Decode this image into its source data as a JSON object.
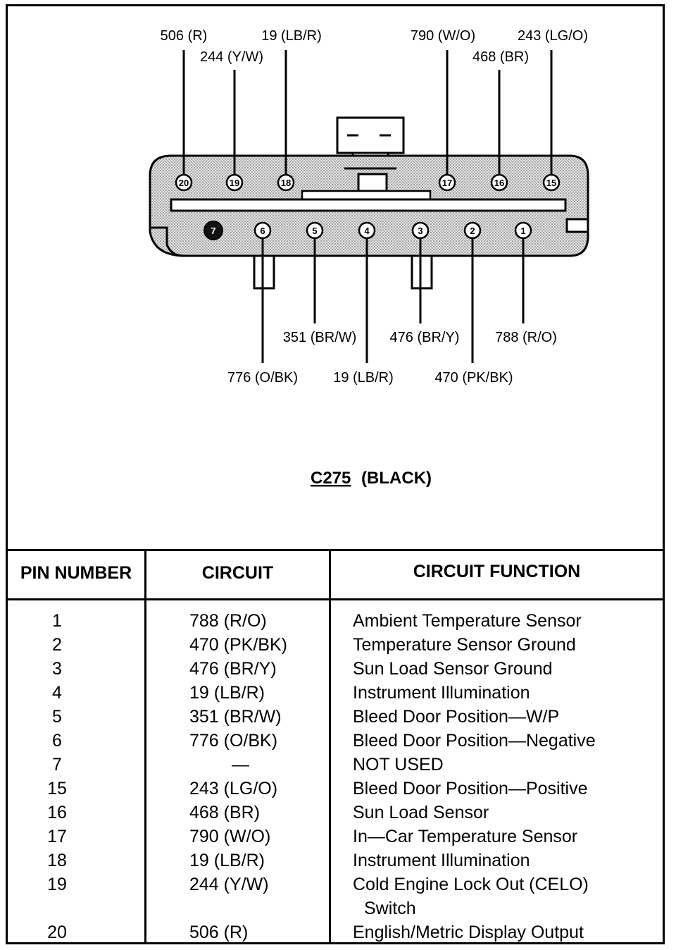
{
  "connector": {
    "id": "C275",
    "color_label": "(BLACK)",
    "top_row_labels": {
      "p20": "506 (R)",
      "p19": "244 (Y/W)",
      "p18": "19 (LB/R)",
      "p17": "790 (W/O)",
      "p16": "468 (BR)",
      "p15": "243 (LG/O)"
    },
    "bottom_row_labels": {
      "p6": "776 (O/BK)",
      "p5": "351 (BR/W)",
      "p4": "19 (LB/R)",
      "p3": "476 (BR/Y)",
      "p2": "470 (PK/BK)",
      "p1": "788 (R/O)"
    },
    "pin_numbers": {
      "p20": "20",
      "p19": "19",
      "p18": "18",
      "p17": "17",
      "p16": "16",
      "p15": "15",
      "p7": "7",
      "p6": "6",
      "p5": "5",
      "p4": "4",
      "p3": "3",
      "p2": "2",
      "p1": "1"
    }
  },
  "table": {
    "headers": {
      "pin": "PIN NUMBER",
      "circuit": "CIRCUIT",
      "function": "CIRCUIT FUNCTION"
    },
    "rows": [
      {
        "pin": "1",
        "circuit": "788 (R/O)",
        "function": "Ambient Temperature Sensor",
        "function2": ""
      },
      {
        "pin": "2",
        "circuit": "470 (PK/BK)",
        "function": "Temperature Sensor Ground",
        "function2": ""
      },
      {
        "pin": "3",
        "circuit": "476 (BR/Y)",
        "function": "Sun Load Sensor Ground",
        "function2": ""
      },
      {
        "pin": "4",
        "circuit": "19 (LB/R)",
        "function": "Instrument Illumination",
        "function2": ""
      },
      {
        "pin": "5",
        "circuit": "351 (BR/W)",
        "function": "Bleed Door Position—W/P",
        "function2": ""
      },
      {
        "pin": "6",
        "circuit": "776 (O/BK)",
        "function": "Bleed Door Position—Negative",
        "function2": ""
      },
      {
        "pin": "7",
        "circuit": "—",
        "function": "NOT USED",
        "function2": ""
      },
      {
        "pin": "15",
        "circuit": "243 (LG/O)",
        "function": "Bleed Door Position—Positive",
        "function2": ""
      },
      {
        "pin": "16",
        "circuit": "468 (BR)",
        "function": "Sun Load Sensor",
        "function2": ""
      },
      {
        "pin": "17",
        "circuit": "790 (W/O)",
        "function": "In—Car Temperature Sensor",
        "function2": ""
      },
      {
        "pin": "18",
        "circuit": "19 (LB/R)",
        "function": "Instrument Illumination",
        "function2": ""
      },
      {
        "pin": "19",
        "circuit": "244 (Y/W)",
        "function": "Cold Engine Lock Out (CELO)",
        "function2": "Switch"
      },
      {
        "pin": "20",
        "circuit": "506 (R)",
        "function": "English/Metric Display Output",
        "function2": ""
      }
    ]
  }
}
